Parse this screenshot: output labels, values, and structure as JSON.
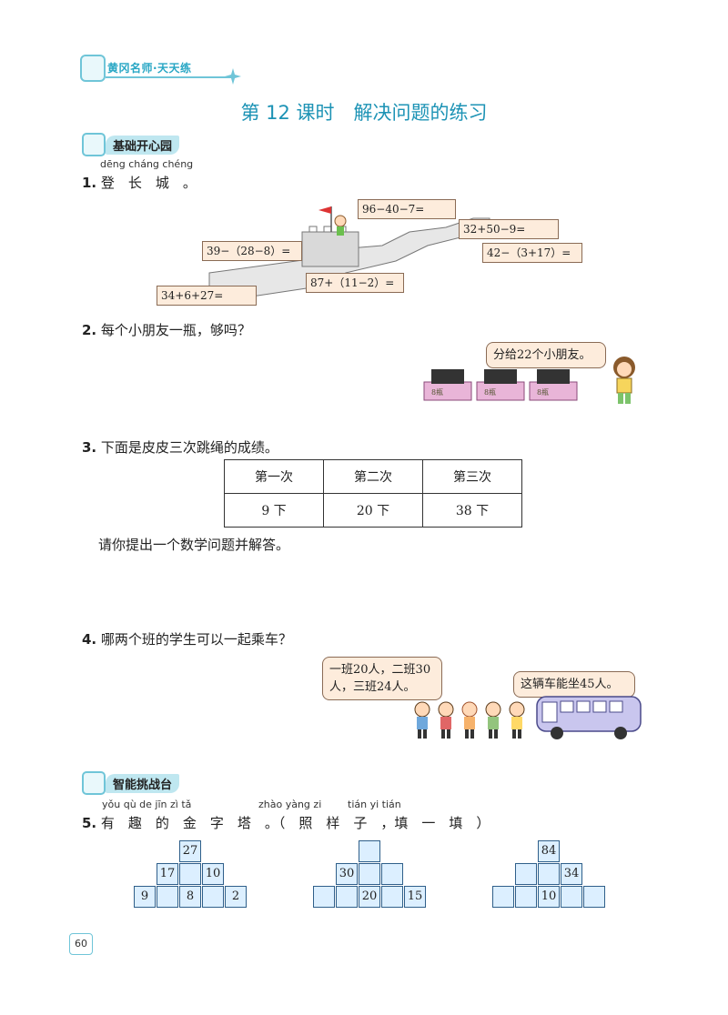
{
  "header": {
    "brand": "黄冈名师·天天练"
  },
  "title": "第 12 课时　解决问题的练习",
  "sections": {
    "basic": "基础开心园",
    "challenge": "智能挑战台"
  },
  "q1": {
    "pinyin": "dēng cháng chéng",
    "num": "1.",
    "text": "登　长　城　。",
    "boxes": [
      "96−40−7=",
      "32+50−9=",
      "39−（28−8）=",
      "42−（3+17）=",
      "87+（11−2）=",
      "34+6+27="
    ]
  },
  "q2": {
    "num": "2.",
    "text": "每个小朋友一瓶，够吗？",
    "speech": "分给22个小朋友。",
    "crate_label": "8瓶"
  },
  "q3": {
    "num": "3.",
    "text": "下面是皮皮三次跳绳的成绩。",
    "headers": [
      "第一次",
      "第二次",
      "第三次"
    ],
    "values": [
      "9 下",
      "20 下",
      "38 下"
    ],
    "prompt": "请你提出一个数学问题并解答。"
  },
  "q4": {
    "num": "4.",
    "text": "哪两个班的学生可以一起乘车？",
    "speech1_line1": "一班20人，二班30",
    "speech1_line2": "人，三班24人。",
    "speech2": "这辆车能坐45人。"
  },
  "q5": {
    "pinyin_a": "yǒu qù de jīn zì tǎ",
    "pinyin_b": "zhào yàng zi",
    "pinyin_c": "tián yi tián",
    "num": "5.",
    "text": "有　趣　的　金　字　塔　。（　照　样　子　，填　一　填　）",
    "pyramid1": {
      "top": "27",
      "mid": [
        "17",
        "",
        "10"
      ],
      "base": [
        "9",
        "",
        "8",
        "",
        "2"
      ]
    },
    "pyramid2": {
      "top": "",
      "mid": [
        "30",
        "",
        ""
      ],
      "base": [
        "",
        "",
        "20",
        "",
        "15"
      ]
    },
    "pyramid3": {
      "top": "84",
      "mid": [
        "",
        "",
        "34"
      ],
      "base": [
        "",
        "",
        "10",
        "",
        ""
      ]
    }
  },
  "footer": {
    "page": "60"
  }
}
